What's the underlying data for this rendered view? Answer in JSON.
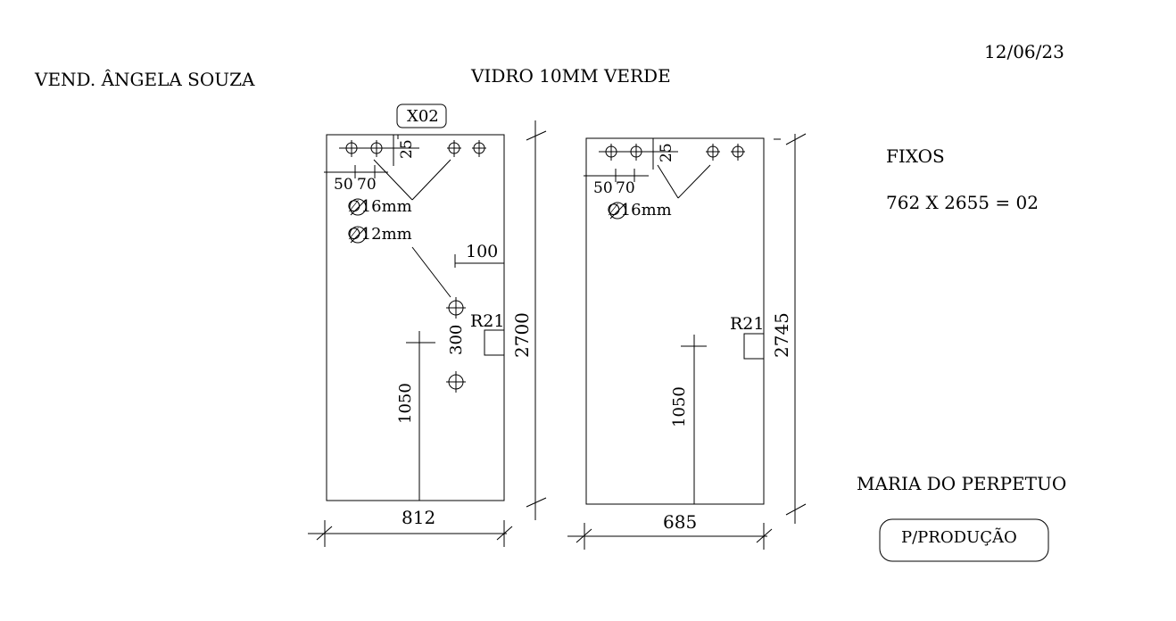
{
  "header": {
    "date": "12/06/23",
    "vendor": "VEND. ÂNGELA SOUZA",
    "title": "VIDRO  10MM VERDE"
  },
  "piece_1": {
    "tag": "X02",
    "hole_spacing_1": "50",
    "hole_spacing_2": "70",
    "edge_offset": "25",
    "hole_16": "∅16mm",
    "hole_12": "∅12mm",
    "side_offset": "100",
    "radius": "R21",
    "hole_pitch": "300",
    "handle_height": "1050",
    "height": "2700",
    "width": "812"
  },
  "piece_2": {
    "hole_spacing_1": "50",
    "hole_spacing_2": "70",
    "edge_offset": "25",
    "hole_16": "∅16mm",
    "radius": "R21",
    "handle_height": "1050",
    "height": "2745",
    "width": "685"
  },
  "notes": {
    "fixed_title": "FIXOS",
    "fixed_spec": "762 X 2655 = 02",
    "client": "MARIA DO PERPETUO",
    "production": "P/PRODUÇÃO"
  }
}
